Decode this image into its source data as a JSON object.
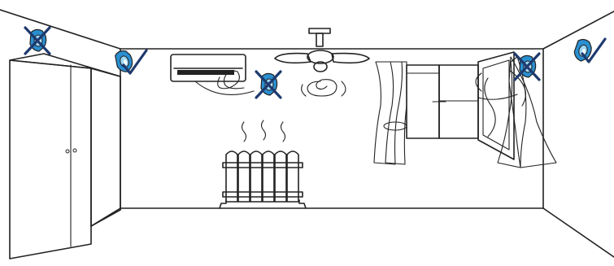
{
  "colors": {
    "line": "#222222",
    "wardrobe": "#c9c9cb",
    "radiator": "#8e8e90",
    "curtain_dark": "#7b7b7e",
    "curtain_light": "#bcbcbe",
    "sensor_body": "#2a8fd0",
    "sensor_light": "#9ed8f4",
    "cross": "#1e3a6e",
    "check": "#1e3a6e",
    "fan": "#9a9a9c"
  },
  "sensors": [
    {
      "id": "above-wardrobe",
      "placement_ok": false,
      "mark": "cross"
    },
    {
      "id": "left-wall-corner",
      "placement_ok": true,
      "mark": "check"
    },
    {
      "id": "below-air-conditioner",
      "placement_ok": false,
      "mark": "cross"
    },
    {
      "id": "near-window",
      "placement_ok": false,
      "mark": "cross"
    },
    {
      "id": "right-wall",
      "placement_ok": true,
      "mark": "check"
    }
  ],
  "objects": {
    "wardrobe": "wardrobe-icon",
    "air_conditioner": "air-conditioner-icon",
    "ceiling_fan": "ceiling-fan-icon",
    "radiator": "radiator-icon",
    "window": "open-window-icon",
    "curtains": "curtain-icon"
  }
}
